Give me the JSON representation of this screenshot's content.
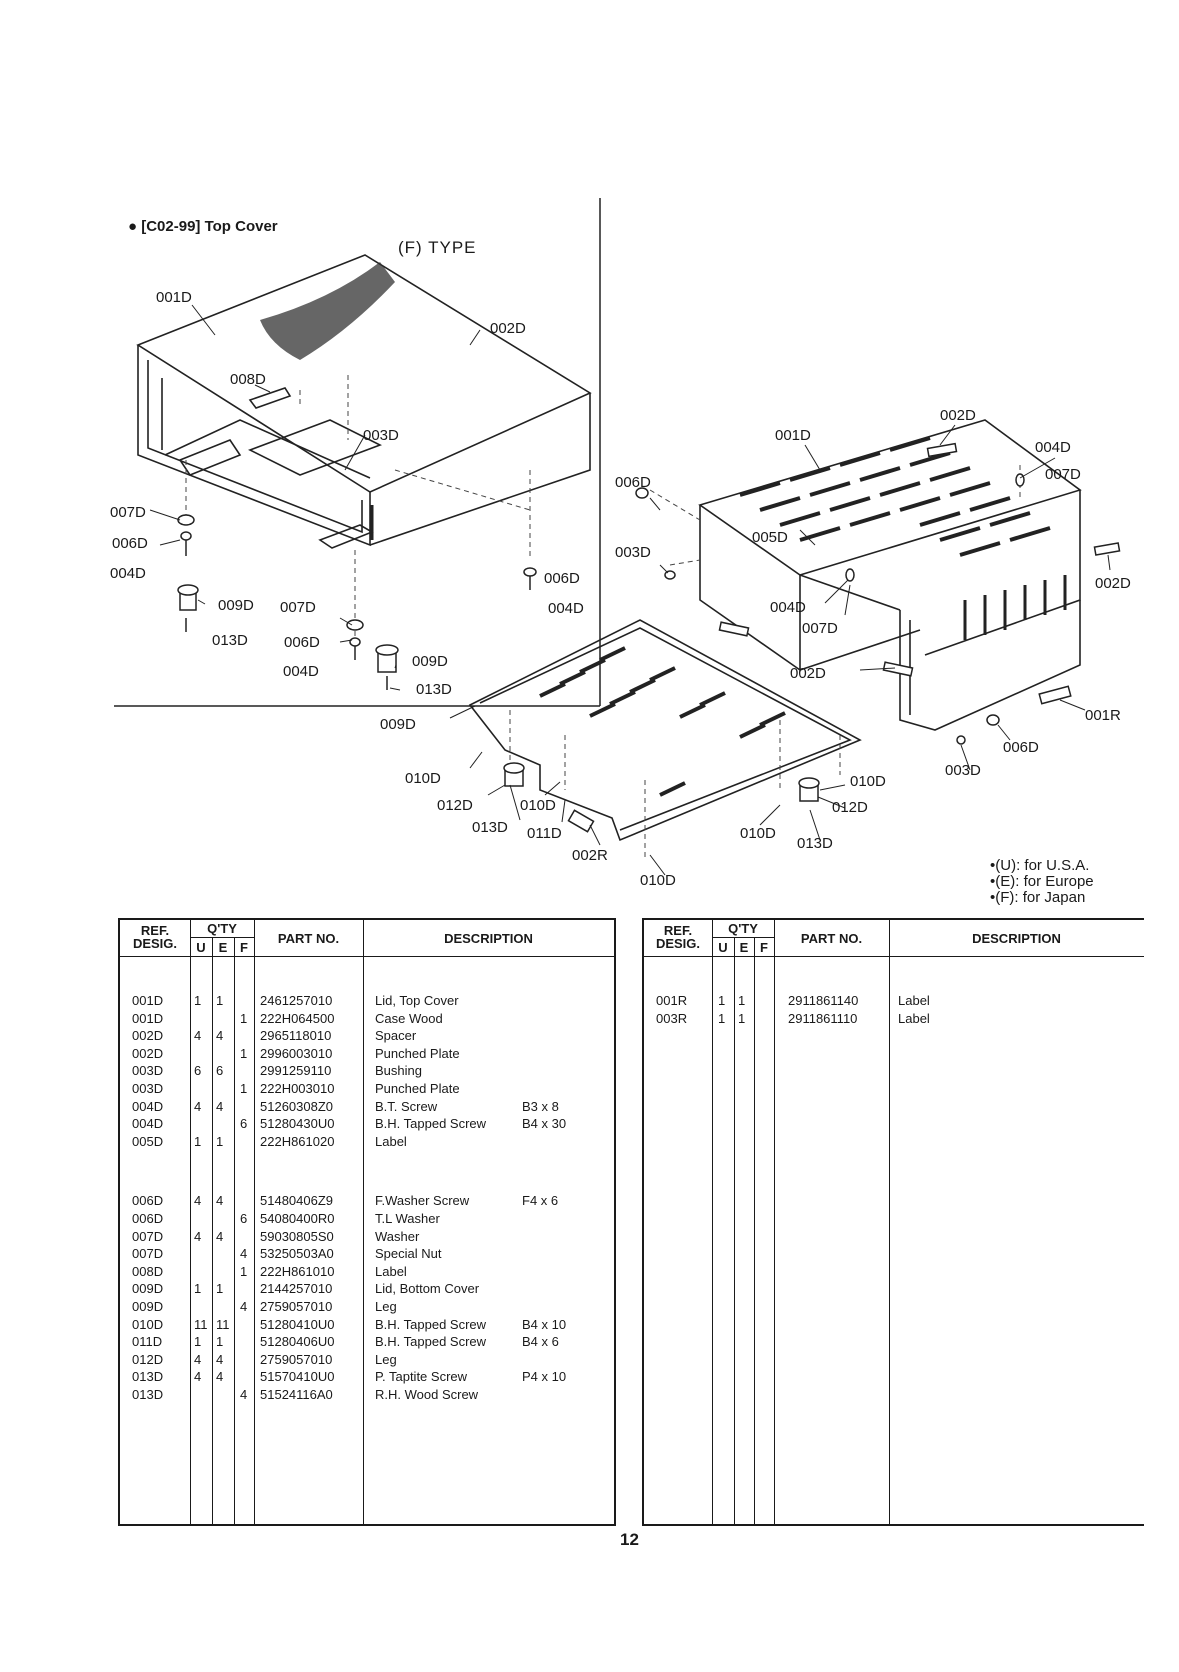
{
  "section_title": "● [C02-99] Top Cover",
  "type_label": "(F) TYPE",
  "legend": [
    "•(U): for U.S.A.",
    "•(E): for Europe",
    "•(F): for Japan"
  ],
  "page_number": "12",
  "table_headers": {
    "ref": "REF.",
    "desig": "DESIG.",
    "qty": "Q'TY",
    "u": "U",
    "e": "E",
    "f": "F",
    "part_no": "PART NO.",
    "description": "DESCRIPTION"
  },
  "left_table": [
    {
      "ref": "001D",
      "u": "1",
      "e": "1",
      "f": "",
      "part": "2461257010",
      "desc": "Lid, Top Cover",
      "size": ""
    },
    {
      "ref": "001D",
      "u": "",
      "e": "",
      "f": "1",
      "part": "222H064500",
      "desc": "Case Wood",
      "size": ""
    },
    {
      "ref": "002D",
      "u": "4",
      "e": "4",
      "f": "",
      "part": "2965118010",
      "desc": "Spacer",
      "size": ""
    },
    {
      "ref": "002D",
      "u": "",
      "e": "",
      "f": "1",
      "part": "2996003010",
      "desc": "Punched Plate",
      "size": ""
    },
    {
      "ref": "003D",
      "u": "6",
      "e": "6",
      "f": "",
      "part": "2991259110",
      "desc": "Bushing",
      "size": ""
    },
    {
      "ref": "003D",
      "u": "",
      "e": "",
      "f": "1",
      "part": "222H003010",
      "desc": "Punched Plate",
      "size": ""
    },
    {
      "ref": "004D",
      "u": "4",
      "e": "4",
      "f": "",
      "part": "51260308Z0",
      "desc": "B.T. Screw",
      "size": "B3 x 8"
    },
    {
      "ref": "004D",
      "u": "",
      "e": "",
      "f": "6",
      "part": "51280430U0",
      "desc": "B.H. Tapped Screw",
      "size": "B4 x 30"
    },
    {
      "ref": "005D",
      "u": "1",
      "e": "1",
      "f": "",
      "part": "222H861020",
      "desc": "Label",
      "size": ""
    },
    {
      "ref": "006D",
      "u": "4",
      "e": "4",
      "f": "",
      "part": "51480406Z9",
      "desc": "F.Washer Screw",
      "size": "F4 x 6"
    },
    {
      "ref": "006D",
      "u": "",
      "e": "",
      "f": "6",
      "part": "54080400R0",
      "desc": "T.L Washer",
      "size": ""
    },
    {
      "ref": "007D",
      "u": "4",
      "e": "4",
      "f": "",
      "part": "59030805S0",
      "desc": "Washer",
      "size": ""
    },
    {
      "ref": "007D",
      "u": "",
      "e": "",
      "f": "4",
      "part": "53250503A0",
      "desc": "Special Nut",
      "size": ""
    },
    {
      "ref": "008D",
      "u": "",
      "e": "",
      "f": "1",
      "part": "222H861010",
      "desc": "Label",
      "size": ""
    },
    {
      "ref": "009D",
      "u": "1",
      "e": "1",
      "f": "",
      "part": "2144257010",
      "desc": "Lid, Bottom Cover",
      "size": ""
    },
    {
      "ref": "009D",
      "u": "",
      "e": "",
      "f": "4",
      "part": "2759057010",
      "desc": "Leg",
      "size": ""
    },
    {
      "ref": "010D",
      "u": "11",
      "e": "11",
      "f": "",
      "part": "51280410U0",
      "desc": "B.H. Tapped Screw",
      "size": "B4 x 10"
    },
    {
      "ref": "011D",
      "u": "1",
      "e": "1",
      "f": "",
      "part": "51280406U0",
      "desc": "B.H. Tapped Screw",
      "size": "B4 x 6"
    },
    {
      "ref": "012D",
      "u": "4",
      "e": "4",
      "f": "",
      "part": "2759057010",
      "desc": "Leg",
      "size": ""
    },
    {
      "ref": "013D",
      "u": "4",
      "e": "4",
      "f": "",
      "part": "51570410U0",
      "desc": "P. Taptite Screw",
      "size": "P4 x 10"
    },
    {
      "ref": "013D",
      "u": "",
      "e": "",
      "f": "4",
      "part": "51524116A0",
      "desc": "R.H. Wood Screw",
      "size": ""
    }
  ],
  "right_table": [
    {
      "ref": "001R",
      "u": "1",
      "e": "1",
      "f": "",
      "part": "2911861140",
      "desc": "Label",
      "size": ""
    },
    {
      "ref": "003R",
      "u": "1",
      "e": "1",
      "f": "",
      "part": "2911861110",
      "desc": "Label",
      "size": ""
    }
  ],
  "callouts_left": {
    "c001d": "001D",
    "c002d": "002D",
    "c008d": "008D",
    "c003d": "003D",
    "c007d_a": "007D",
    "c006d_a": "006D",
    "c004d_a": "004D",
    "c009d_a": "009D",
    "c013d_a": "013D",
    "c007d_b": "007D",
    "c006d_b": "006D",
    "c004d_b": "004D",
    "c009d_b": "009D",
    "c013d_b": "013D",
    "c006d_c": "006D",
    "c004d_c": "004D"
  },
  "callouts_right": {
    "c002d_a": "002D",
    "c001d": "001D",
    "c004d_a": "004D",
    "c007d_a": "007D",
    "c006d_a": "006D",
    "c005d": "005D",
    "c003d_a": "003D",
    "c002d_b": "002D",
    "c004d_b": "004D",
    "c007d_b": "007D",
    "c002d_c": "002D",
    "c001r": "001R",
    "c006d_b": "006D",
    "c003d_b": "003D",
    "c009d": "009D",
    "c010d_a": "010D",
    "c012d_a": "012D",
    "c010d_b": "010D",
    "c013d_a": "013D",
    "c011d": "011D",
    "c002r": "002R",
    "c010d_c": "010D",
    "c010d_d": "010D",
    "c012d_b": "012D",
    "c013d_b": "013D",
    "c010d_e": "010D"
  }
}
